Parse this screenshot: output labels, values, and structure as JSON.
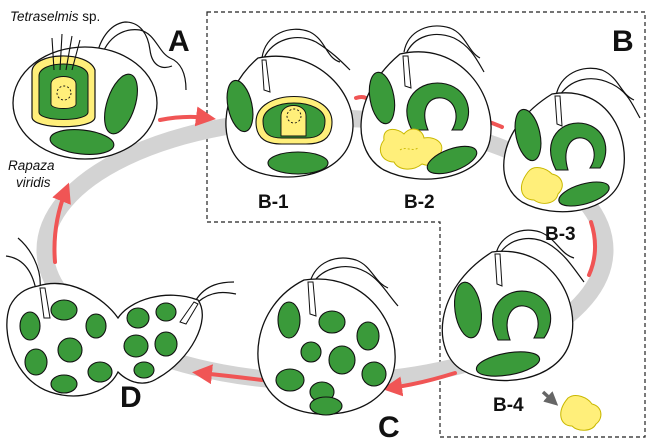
{
  "labels": {
    "A": "A",
    "B": "B",
    "B1": "B-1",
    "B2": "B-2",
    "B3": "B-3",
    "B4": "B-4",
    "C": "C",
    "D": "D"
  },
  "organisms": {
    "prey_name": "Tetraselmis",
    "prey_suffix": " sp.",
    "predator_line1": "Rapaza",
    "predator_line2": "viridis"
  },
  "colors": {
    "chloroplast": "#3a9a3a",
    "prey_yellow": "#ffef7a",
    "prey_outline": "#c9b800",
    "cycle_ring": "#d3d3d3",
    "arrow": "#f05555",
    "release_arrow": "#666666"
  }
}
